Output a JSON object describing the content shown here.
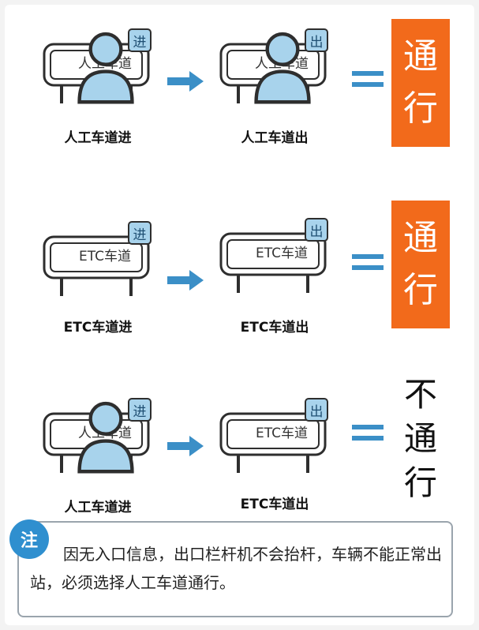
{
  "rows": [
    {
      "entry": {
        "sign_text": "人工车道",
        "badge": "进",
        "caption": "人工车道进",
        "has_person": true
      },
      "exit": {
        "sign_text": "人工车道",
        "badge": "出",
        "caption": "人工车道出",
        "has_person": true
      },
      "equals": "=",
      "result": {
        "line1": "通",
        "line2": "行",
        "line3": "",
        "status": "pass"
      }
    },
    {
      "entry": {
        "sign_text": "ETC车道",
        "badge": "进",
        "caption": "ETC车道进",
        "has_person": false
      },
      "exit": {
        "sign_text": "ETC车道",
        "badge": "出",
        "caption": "ETC车道出",
        "has_person": false
      },
      "equals": "=",
      "result": {
        "line1": "通",
        "line2": "行",
        "line3": "",
        "status": "pass"
      }
    },
    {
      "entry": {
        "sign_text": "人工车道",
        "badge": "进",
        "caption": "人工车道进",
        "has_person": true
      },
      "exit": {
        "sign_text": "ETC车道",
        "badge": "出",
        "caption": "ETC车道出",
        "has_person": false
      },
      "equals": "=",
      "result": {
        "line1": "不",
        "line2": "通",
        "line3": "行",
        "status": "fail"
      }
    }
  ],
  "note": {
    "badge": "注",
    "text": "因无入口信息，出口栏杆机不会抬杆，车辆不能正常出站，必须选择人工车道通行。"
  },
  "colors": {
    "accent_orange": "#f26a1b",
    "badge_blue": "#a8d3ec",
    "arrow_blue": "#3b8fc7",
    "note_blue": "#2f8fcf"
  }
}
